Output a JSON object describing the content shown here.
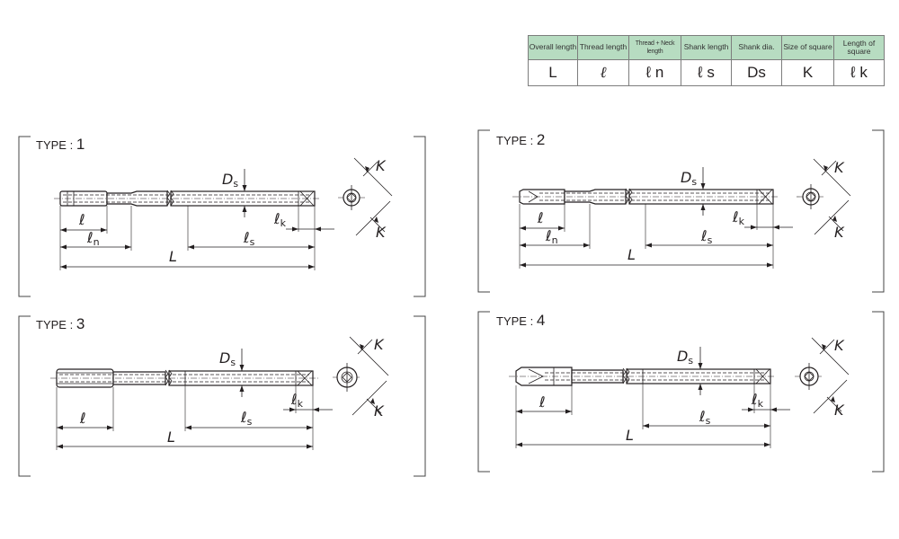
{
  "legend": {
    "headers": [
      "Overall length",
      "Thread length",
      "Thread + Neck length",
      "Shank length",
      "Shank dia.",
      "Size of square",
      "Length of square"
    ],
    "symbols": [
      "L",
      "ℓ",
      "ℓ n",
      "ℓ s",
      "Ds",
      "K",
      "ℓ k"
    ]
  },
  "types": [
    {
      "prefix": "TYPE",
      "sep": " : ",
      "num": "1"
    },
    {
      "prefix": "TYPE",
      "sep": " : ",
      "num": "2"
    },
    {
      "prefix": "TYPE",
      "sep": " : ",
      "num": "3"
    },
    {
      "prefix": "TYPE",
      "sep": " : ",
      "num": "4"
    }
  ],
  "dims": {
    "overall": "L",
    "thread": "ℓ",
    "neck": "ℓ",
    "neck_sub": "n",
    "shank": "ℓ",
    "shank_sub": "s",
    "square_len": "ℓ",
    "square_len_sub": "k",
    "shank_dia": "D",
    "shank_dia_sub": "s",
    "square": "K"
  }
}
